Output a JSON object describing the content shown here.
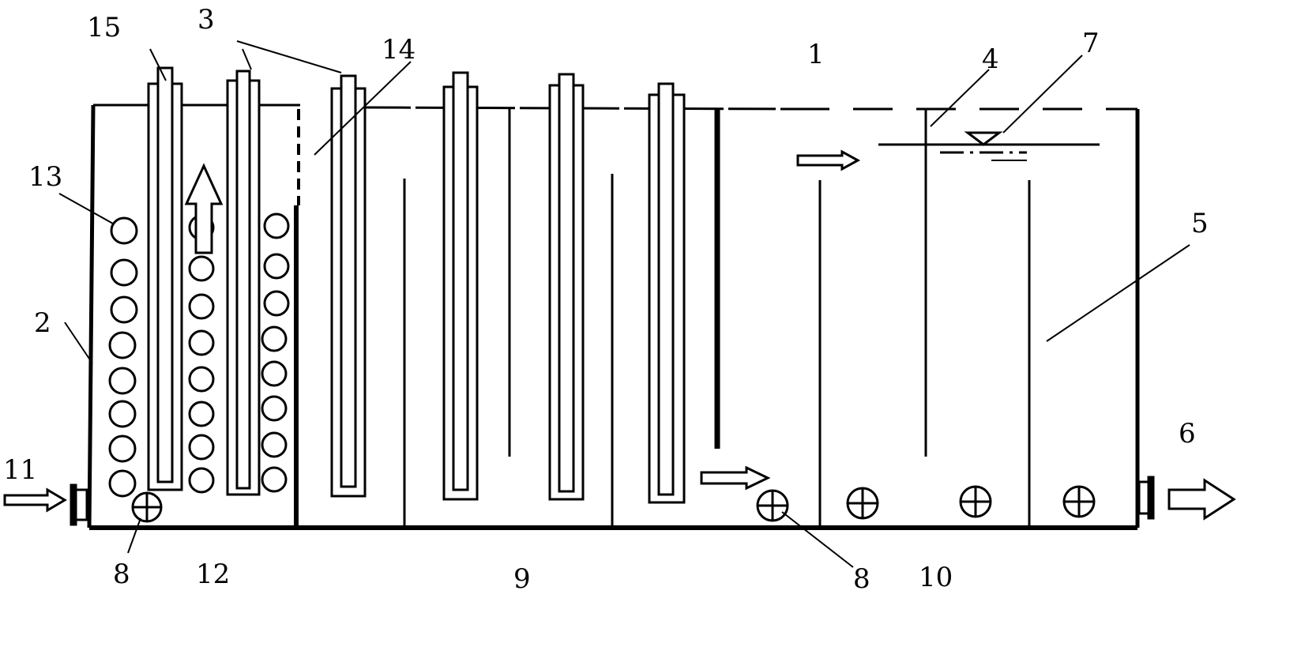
{
  "colors": {
    "line": "#000000",
    "background": "#ffffff"
  },
  "labels": {
    "l1": "1",
    "l2": "2",
    "l3": "3",
    "l4": "4",
    "l5": "5",
    "l6": "6",
    "l7": "7",
    "l8a": "8",
    "l8b": "8",
    "l9": "9",
    "l10": "10",
    "l11": "11",
    "l12": "12",
    "l13": "13",
    "l14": "14",
    "l15": "15"
  }
}
